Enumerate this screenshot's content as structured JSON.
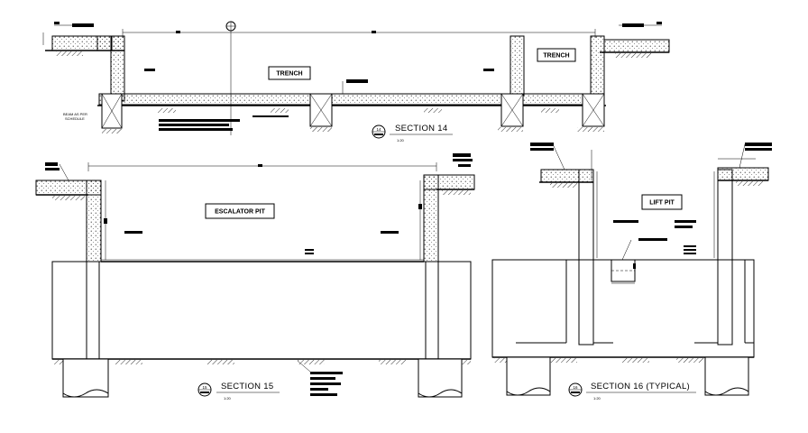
{
  "drawing": {
    "trench_label": "TRENCH",
    "trench_label_right": "TRENCH",
    "escalator_label": "ESCALATOR PIT",
    "lift_label": "LIFT PIT",
    "section_14": {
      "number": "14",
      "title": "SECTION 14",
      "scale": "1:20"
    },
    "section_15": {
      "number": "15",
      "title": "SECTION 15",
      "scale": "1:20"
    },
    "section_16": {
      "number": "16",
      "title": "SECTION 16 (TYPICAL)",
      "scale": "1:20"
    },
    "note_left": "BEAM AS PER\nSCHEDULE",
    "colors": {
      "line": "#000000",
      "background": "#ffffff"
    }
  }
}
